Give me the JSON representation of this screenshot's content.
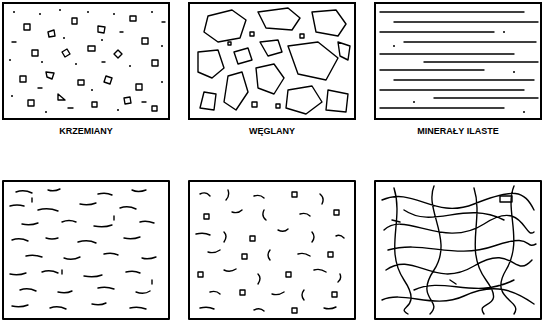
{
  "diagram": {
    "nodes": [
      {
        "text": [
          "KRZEMIANY"
        ]
      },
      {
        "text": [
          "WĘGLANY"
        ]
      },
      {
        "text": [
          "MINERAŁY ILASTE"
        ]
      }
    ]
  }
}
